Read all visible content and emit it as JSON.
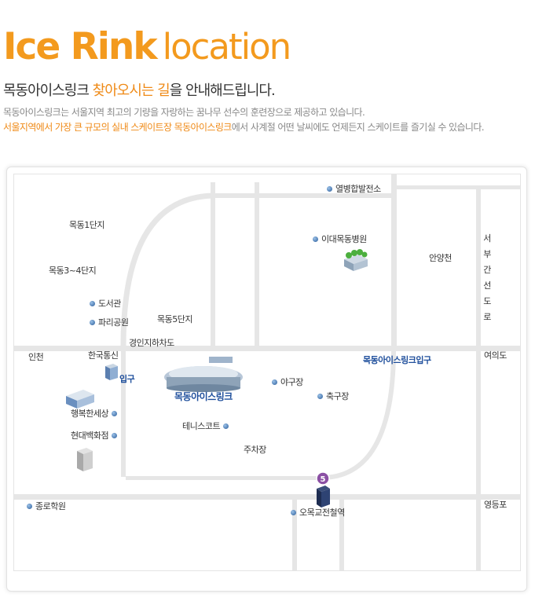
{
  "header": {
    "title_bold": "Ice Rink",
    "title_light": "location",
    "headline_pre": "목동아이스링크 ",
    "headline_highlight": "찾아오시는 길",
    "headline_post": "을 안내해드립니다.",
    "desc_line1": "목동아이스링크는 서울지역 최고의 기량을 자랑하는 꿈나무 선수의 훈련장으로 제공하고 있습니다.",
    "desc_line2_highlight": "서울지역에서 가장 큰 규모의 실내 스케이트장 목동아이스링크",
    "desc_line2_post": "에서 사계절 어떤 날씨에도 언제든지 스케이트를 즐기실 수 있습니다."
  },
  "map": {
    "labels": {
      "power_plant": "열병합발전소",
      "hospital": "이대목동병원",
      "anyangcheon": "안양천",
      "seobu": "서부간선도로",
      "mokdong1": "목동1단지",
      "mokdong34": "목동3~4단지",
      "library": "도서관",
      "paris_park": "파리공원",
      "mokdong5": "목동5단지",
      "underpass": "경인지하차도",
      "incheon": "인천",
      "kt": "한국통신",
      "entrance": "입구",
      "rink": "목동아이스링크",
      "baseball": "야구장",
      "rink_entrance": "목동아이스링크입구",
      "yeouido": "여의도",
      "soccer": "축구장",
      "happy_world": "행복한세상",
      "hyundai": "현대백화점",
      "tennis": "테니스코트",
      "parking": "주차장",
      "jongno": "종로학원",
      "omokgyo": "오목교전철역",
      "yeongdeungpo": "영등포",
      "metro_line": "5"
    },
    "colors": {
      "accent": "#f39a1e",
      "road": "#e6e6e6",
      "label_blue": "#1f4f9c",
      "metro_line5": "#8b50a4",
      "hospital_green": "#4caf3e"
    }
  }
}
